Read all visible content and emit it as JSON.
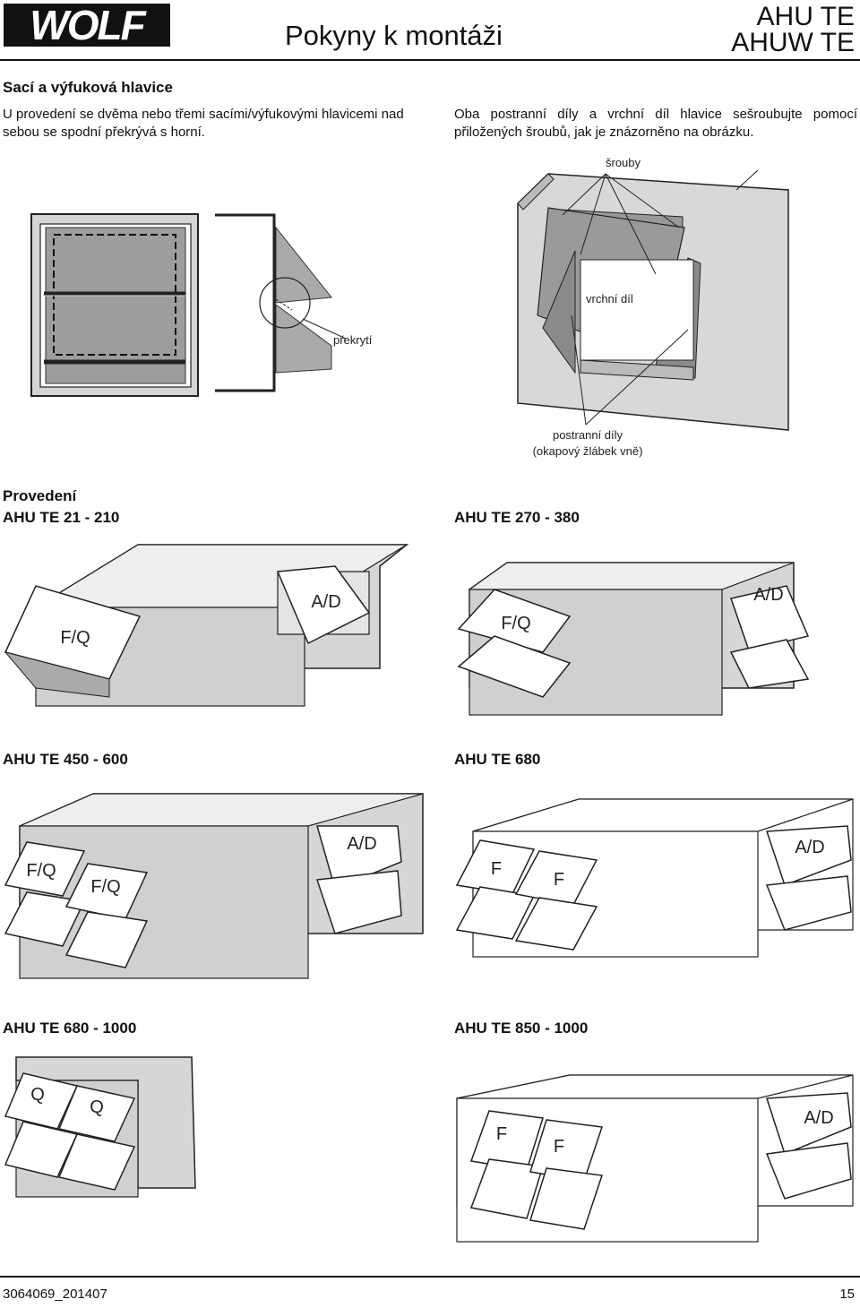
{
  "header": {
    "logo_text": "WOLF",
    "title": "Pokyny k montáži",
    "model_line1": "AHU TE",
    "model_line2": "AHUW TE"
  },
  "section": {
    "title": "Sací a výfuková hlavice",
    "left_text": "U provedení se dvěma nebo třemi sacími/výfukovými hlavicemi nad sebou se spodní překrývá s horní.",
    "right_text": "Oba postranní díly a vrchní díl hlavice sešroubujte pomocí přiložených šroubů, jak je znázorněno na obrázku."
  },
  "figure": {
    "screws_label": "šrouby",
    "top_part_label": "vrchní díl",
    "overlap_label": "překrytí",
    "side_parts_label": "postranní díly",
    "side_parts_note": "(okapový žlábek vně)"
  },
  "versions": {
    "heading": "Provedení",
    "items": [
      {
        "name": "AHU TE 21 - 210",
        "labels": [
          "F/Q",
          "A/D"
        ]
      },
      {
        "name": "AHU TE 270 - 380",
        "labels": [
          "F/Q",
          "A/D"
        ]
      },
      {
        "name": "AHU TE 450 - 600",
        "labels": [
          "F/Q",
          "F/Q",
          "A/D"
        ]
      },
      {
        "name": "AHU TE 680",
        "labels": [
          "F",
          "F",
          "A/D"
        ]
      },
      {
        "name": "AHU TE 680 - 1000",
        "labels": [
          "Q",
          "Q"
        ]
      },
      {
        "name": "AHU TE 850 - 1000",
        "labels": [
          "F",
          "F",
          "A/D"
        ]
      }
    ]
  },
  "footer": {
    "doc_code": "3064069_201407",
    "page": "15"
  }
}
